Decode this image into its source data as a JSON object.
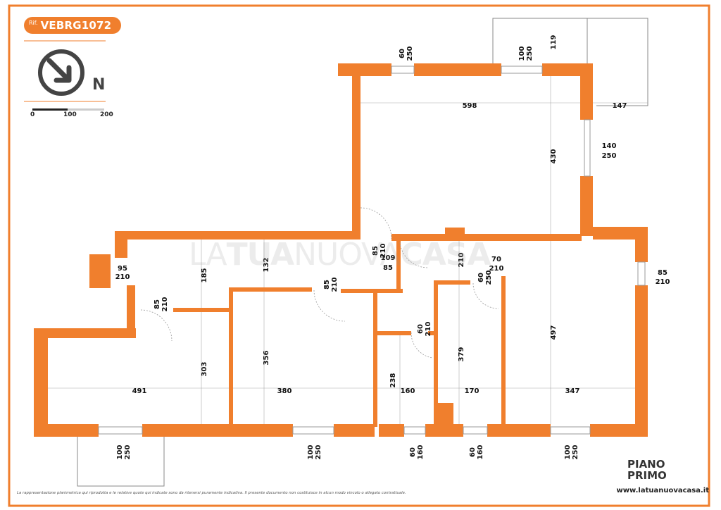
{
  "header": {
    "ref_prefix": "Rif.",
    "ref_code": "VEBRG1072",
    "compass_label": "N"
  },
  "scale": {
    "labels": [
      "0",
      "100",
      "200"
    ]
  },
  "watermark": {
    "part1": "LA",
    "part2": "TUA",
    "part3": "NUOVA",
    "part4": "CASA"
  },
  "footer": {
    "floor_line1": "PIANO",
    "floor_line2": "PRIMO",
    "website": "www.latuanuovacasa.it",
    "disclaimer": "La rappresentazione planimetrica qui riprodotta e le relative quote qui indicate sono da ritenersi puramente indicativa. Il presente documento non costituisce in alcun modo vincolo o allegato contrattuale."
  },
  "colors": {
    "wall": "#f07f2d",
    "border": "#f07f2d",
    "text": "#111111"
  },
  "dimensions": [
    {
      "label": "60"
    },
    {
      "label": "250"
    },
    {
      "label": "100"
    },
    {
      "label": "250"
    },
    {
      "label": "119"
    },
    {
      "label": "598"
    },
    {
      "label": "147"
    },
    {
      "label": "140"
    },
    {
      "label": "250"
    },
    {
      "label": "430"
    },
    {
      "label": "95"
    },
    {
      "label": "210"
    },
    {
      "label": "185"
    },
    {
      "label": "132"
    },
    {
      "label": "85"
    },
    {
      "label": "210"
    },
    {
      "label": "85"
    },
    {
      "label": "210"
    },
    {
      "label": "85"
    },
    {
      "label": "210"
    },
    {
      "label": "109"
    },
    {
      "label": "85"
    },
    {
      "label": "210"
    },
    {
      "label": "70"
    },
    {
      "label": "210"
    },
    {
      "label": "60"
    },
    {
      "label": "250"
    },
    {
      "label": "85"
    },
    {
      "label": "210"
    },
    {
      "label": "60"
    },
    {
      "label": "210"
    },
    {
      "label": "379"
    },
    {
      "label": "497"
    },
    {
      "label": "303"
    },
    {
      "label": "356"
    },
    {
      "label": "491"
    },
    {
      "label": "380"
    },
    {
      "label": "238"
    },
    {
      "label": "160"
    },
    {
      "label": "170"
    },
    {
      "label": "347"
    },
    {
      "label": "100"
    },
    {
      "label": "250"
    },
    {
      "label": "100"
    },
    {
      "label": "250"
    },
    {
      "label": "60"
    },
    {
      "label": "160"
    },
    {
      "label": "60"
    },
    {
      "label": "160"
    },
    {
      "label": "100"
    },
    {
      "label": "250"
    }
  ]
}
